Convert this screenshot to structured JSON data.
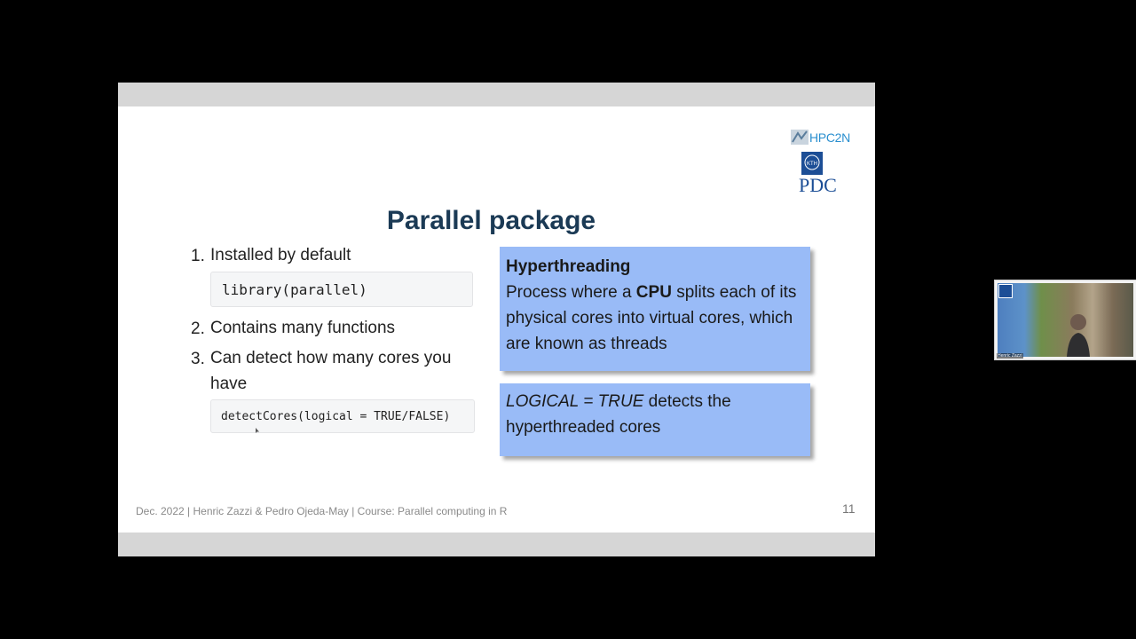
{
  "slide": {
    "title": "Parallel package",
    "logos": {
      "hpc_text": "HPC2N",
      "pdc_text": "PDC"
    },
    "list": [
      {
        "num": "1.",
        "text": "Installed by default",
        "code": "library(parallel)"
      },
      {
        "num": "2.",
        "text": "Contains many functions"
      },
      {
        "num": "3.",
        "text_line1": "Can detect how many cores you",
        "text_line2": "have",
        "code": "detectCores(logical = TRUE/FALSE)"
      }
    ],
    "box1": {
      "heading": "Hyperthreading",
      "line1_pre": "Process where a ",
      "line1_bold": "CPU",
      "line1_post": " splits each of its",
      "line2": "physical cores into virtual cores, which",
      "line3": "are known as threads"
    },
    "box2": {
      "italic": "LOGICAL = TRUE",
      "line1_post": " detects the",
      "line2": "hyperthreaded cores"
    },
    "footer": "Dec. 2022 | Henric Zazzi & Pedro Ojeda-May | Course: Parallel computing in R",
    "page_number": "11"
  },
  "webcam": {
    "name": "Henric Zazzi"
  },
  "colors": {
    "title": "#1b3a55",
    "box_bg": "#99bbf7",
    "background": "#000000"
  }
}
